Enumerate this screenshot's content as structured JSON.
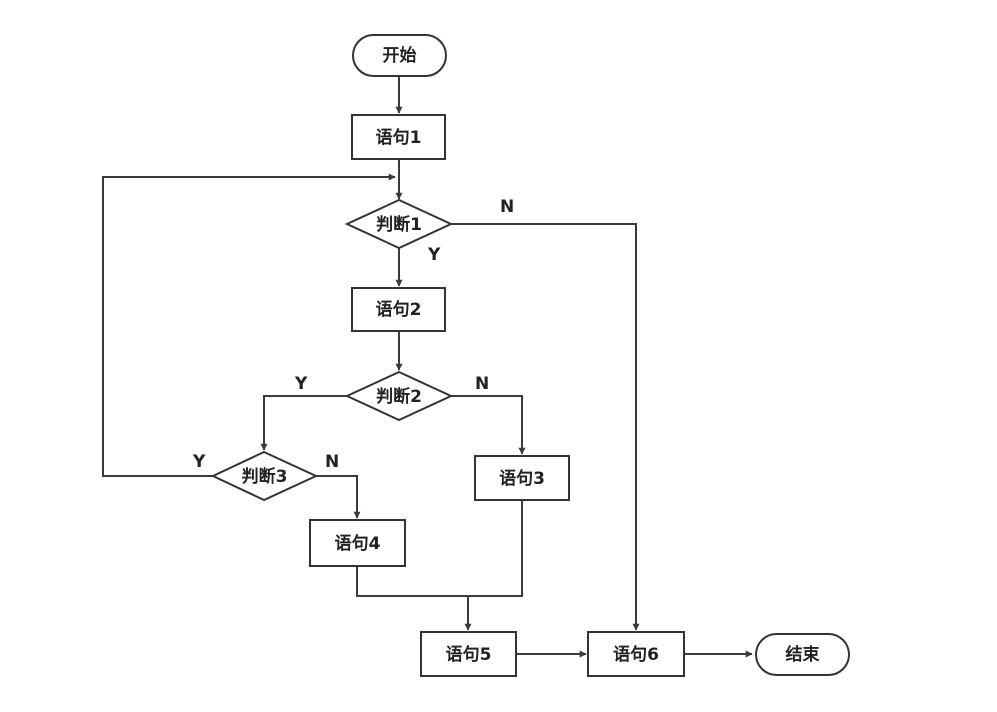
{
  "nodes": {
    "start": {
      "label": "开始"
    },
    "s1": {
      "label": "语句1"
    },
    "d1": {
      "label": "判断1"
    },
    "s2": {
      "label": "语句2"
    },
    "d2": {
      "label": "判断2"
    },
    "d3": {
      "label": "判断3"
    },
    "s3": {
      "label": "语句3"
    },
    "s4": {
      "label": "语句4"
    },
    "s5": {
      "label": "语句5"
    },
    "s6": {
      "label": "语句6"
    },
    "end": {
      "label": "结束"
    }
  },
  "edges": {
    "d1_no": "N",
    "d1_yes": "Y",
    "d2_yes": "Y",
    "d2_no": "N",
    "d3_yes": "Y",
    "d3_no": "N"
  }
}
